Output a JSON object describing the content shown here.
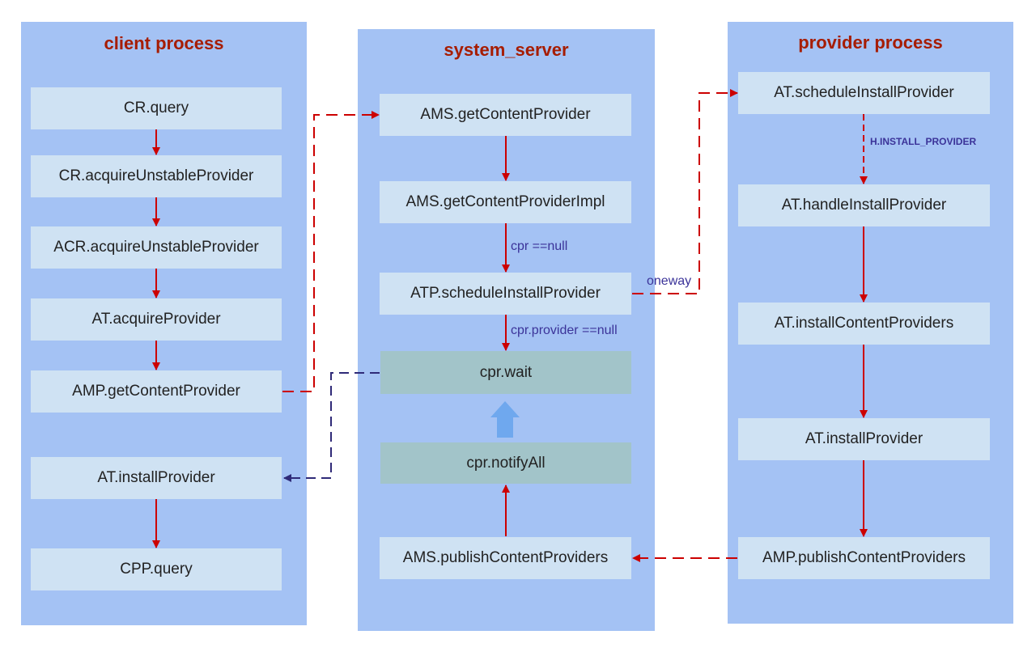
{
  "lanes": {
    "client": {
      "title": "client process"
    },
    "system": {
      "title": "system_server"
    },
    "provider": {
      "title": "provider process"
    }
  },
  "client": {
    "cr_query": "CR.query",
    "cr_acquire": "CR.acquireUnstableProvider",
    "acr_acquire": "ACR.acquireUnstableProvider",
    "at_acquire": "AT.acquireProvider",
    "amp_get": "AMP.getContentProvider",
    "at_install": "AT.installProvider",
    "cpp_query": "CPP.query"
  },
  "system": {
    "ams_get": "AMS.getContentProvider",
    "ams_get_impl": "AMS.getContentProviderImpl",
    "atp_schedule": "ATP.scheduleInstallProvider",
    "cpr_wait": "cpr.wait",
    "cpr_notify": "cpr.notifyAll",
    "ams_publish": "AMS.publishContentProviders"
  },
  "provider": {
    "at_schedule": "AT.scheduleInstallProvider",
    "at_handle": "AT.handleInstallProvider",
    "at_install_providers": "AT.installContentProviders",
    "at_install": "AT.installProvider",
    "amp_publish": "AMP.publishContentProviders"
  },
  "labels": {
    "cpr_null": "cpr ==null",
    "cpr_provider_null": "cpr.provider ==null",
    "oneway": "oneway",
    "h_install": "H.INSTALL_PROVIDER"
  },
  "colors": {
    "lane": "#a4c2f4",
    "box": "#cfe2f3",
    "box_highlight": "#a2c4c9",
    "title": "#a61c00",
    "arrow": "#cc0000",
    "return_arrow": "#2f2a78",
    "notify_arrow": "#6fa8ee"
  }
}
